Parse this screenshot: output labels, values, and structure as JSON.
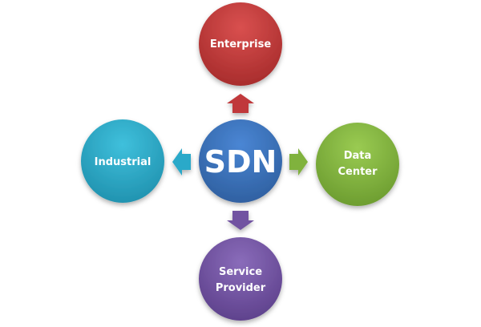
{
  "center": {
    "label": "SDN",
    "color": "#3a6fba"
  },
  "nodes": {
    "top": {
      "label": "Enterprise",
      "color": "#c0393a"
    },
    "left": {
      "label": "Industrial",
      "color": "#2aa9c9"
    },
    "right": {
      "lines": [
        "Data",
        "Center"
      ],
      "color": "#80b23e"
    },
    "bottom": {
      "lines": [
        "Service",
        "Provider"
      ],
      "color": "#7153a1"
    }
  }
}
